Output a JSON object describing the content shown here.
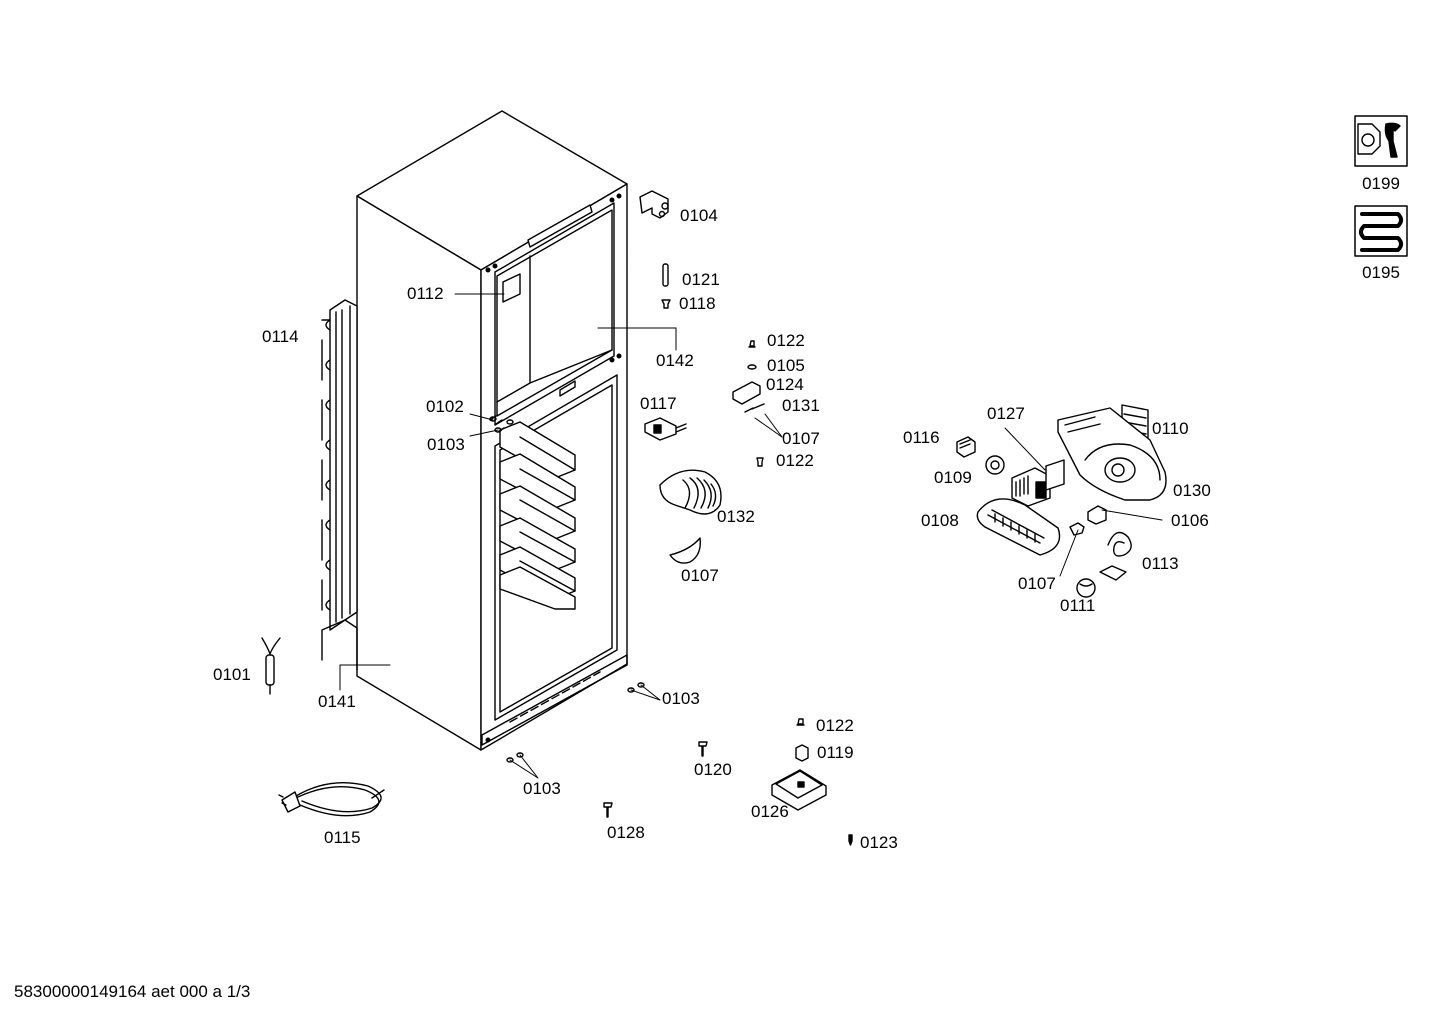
{
  "labels": {
    "p0104": "0104",
    "p0121": "0121",
    "p0118": "0118",
    "p0112": "0112",
    "p0114": "0114",
    "p0142": "0142",
    "p0122a": "0122",
    "p0105": "0105",
    "p0124": "0124",
    "p0131": "0131",
    "p0102": "0102",
    "p0117": "0117",
    "p0107a": "0107",
    "p0103a": "0103",
    "p0122b": "0122",
    "p0132": "0132",
    "p0107b": "0107",
    "p0101": "0101",
    "p0141": "0141",
    "p0103b": "0103",
    "p0103c": "0103",
    "p0115": "0115",
    "p0120": "0120",
    "p0128": "0128",
    "p0122c": "0122",
    "p0119": "0119",
    "p0126": "0126",
    "p0123": "0123",
    "p0127": "0127",
    "p0110": "0110",
    "p0116": "0116",
    "p0109": "0109",
    "p0130": "0130",
    "p0108": "0108",
    "p0106": "0106",
    "p0113": "0113",
    "p0107c": "0107",
    "p0111": "0111"
  },
  "side_icons": [
    {
      "label": "0199",
      "icon": "tools-kit-icon"
    },
    {
      "label": "0195",
      "icon": "coil-accessory-icon"
    }
  ],
  "footer": "58300000149164 aet 000 a 1/3"
}
